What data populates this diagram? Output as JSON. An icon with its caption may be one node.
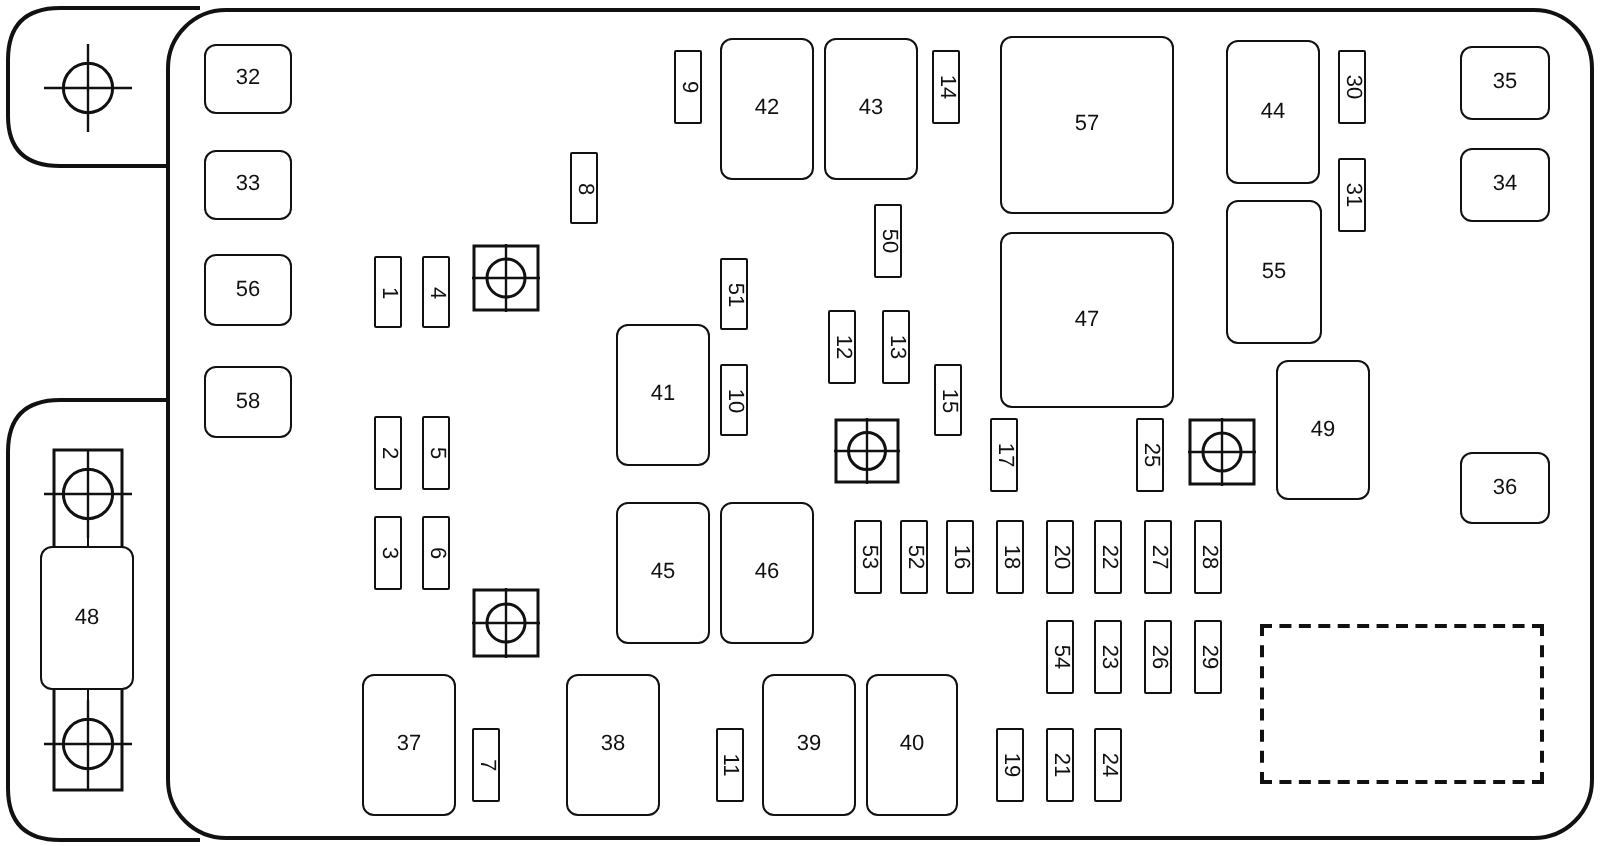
{
  "diagram": {
    "nodes": [
      {
        "text": [],
        "shape": "box"
      },
      {
        "text": [
          "32"
        ],
        "in": 0
      },
      {
        "text": [
          "9"
        ],
        "in": 0
      },
      {
        "text": [
          "42"
        ],
        "in": 0
      },
      {
        "text": [
          "43"
        ],
        "in": 0
      },
      {
        "text": [
          "14"
        ],
        "in": 0
      },
      {
        "text": [
          "57"
        ],
        "in": 0
      },
      {
        "text": [
          "44"
        ],
        "in": 0
      },
      {
        "text": [
          "30"
        ],
        "in": 0
      },
      {
        "text": [
          "35"
        ],
        "in": 0
      },
      {
        "text": [
          "33"
        ],
        "in": 0
      },
      {
        "text": [
          "8"
        ],
        "in": 0
      },
      {
        "text": [
          "31"
        ],
        "in": 0
      },
      {
        "text": [
          "34"
        ],
        "in": 0
      },
      {
        "text": [
          "50"
        ],
        "in": 0
      },
      {
        "text": [
          "55"
        ],
        "in": 0
      },
      {
        "text": [
          "56"
        ],
        "in": 0
      },
      {
        "text": [
          "1"
        ],
        "in": 0
      },
      {
        "text": [
          "4"
        ],
        "in": 0
      },
      {
        "text": [
          "51"
        ],
        "in": 0
      },
      {
        "text": [
          "47"
        ],
        "in": 0
      },
      {
        "text": [
          "12"
        ],
        "in": 0
      },
      {
        "text": [
          "13"
        ],
        "in": 0
      },
      {
        "text": [
          "41"
        ],
        "in": 0
      },
      {
        "text": [
          "10"
        ],
        "in": 0
      },
      {
        "text": [
          "15"
        ],
        "in": 0
      },
      {
        "text": [
          "58"
        ],
        "in": 0
      },
      {
        "text": [
          "49"
        ],
        "in": 0
      },
      {
        "text": [
          "2"
        ],
        "in": 0
      },
      {
        "text": [
          "5"
        ],
        "in": 0
      },
      {
        "text": [
          "17"
        ],
        "in": 0
      },
      {
        "text": [
          "25"
        ],
        "in": 0
      },
      {
        "text": [
          "36"
        ],
        "in": 0
      },
      {
        "text": [
          "3"
        ],
        "in": 0
      },
      {
        "text": [
          "6"
        ],
        "in": 0
      },
      {
        "text": [
          "45"
        ],
        "in": 0
      },
      {
        "text": [
          "46"
        ],
        "in": 0
      },
      {
        "text": [
          "53"
        ],
        "in": 0
      },
      {
        "text": [
          "52"
        ],
        "in": 0
      },
      {
        "text": [
          "16"
        ],
        "in": 0
      },
      {
        "text": [
          "18"
        ],
        "in": 0
      },
      {
        "text": [
          "20"
        ],
        "in": 0
      },
      {
        "text": [
          "22"
        ],
        "in": 0
      },
      {
        "text": [
          "27"
        ],
        "in": 0
      },
      {
        "text": [
          "28"
        ],
        "in": 0
      },
      {
        "text": [
          "48"
        ]
      },
      {
        "text": [
          "54"
        ],
        "in": 0
      },
      {
        "text": [
          "23"
        ],
        "in": 0
      },
      {
        "text": [
          "26"
        ],
        "in": 0
      },
      {
        "text": [
          "29"
        ],
        "in": 0
      },
      {
        "text": [],
        "shape": "box",
        "in": 0
      },
      {
        "text": [
          "37"
        ],
        "in": 0
      },
      {
        "text": [
          "7"
        ],
        "in": 0
      },
      {
        "text": [
          "38"
        ],
        "in": 0
      },
      {
        "text": [
          "11"
        ],
        "in": 0
      },
      {
        "text": [
          "39"
        ],
        "in": 0
      },
      {
        "text": [
          "40"
        ],
        "in": 0
      },
      {
        "text": [
          "19"
        ],
        "in": 0
      },
      {
        "text": [
          "21"
        ],
        "in": 0
      },
      {
        "text": [
          "24"
        ],
        "in": 0
      }
    ]
  }
}
